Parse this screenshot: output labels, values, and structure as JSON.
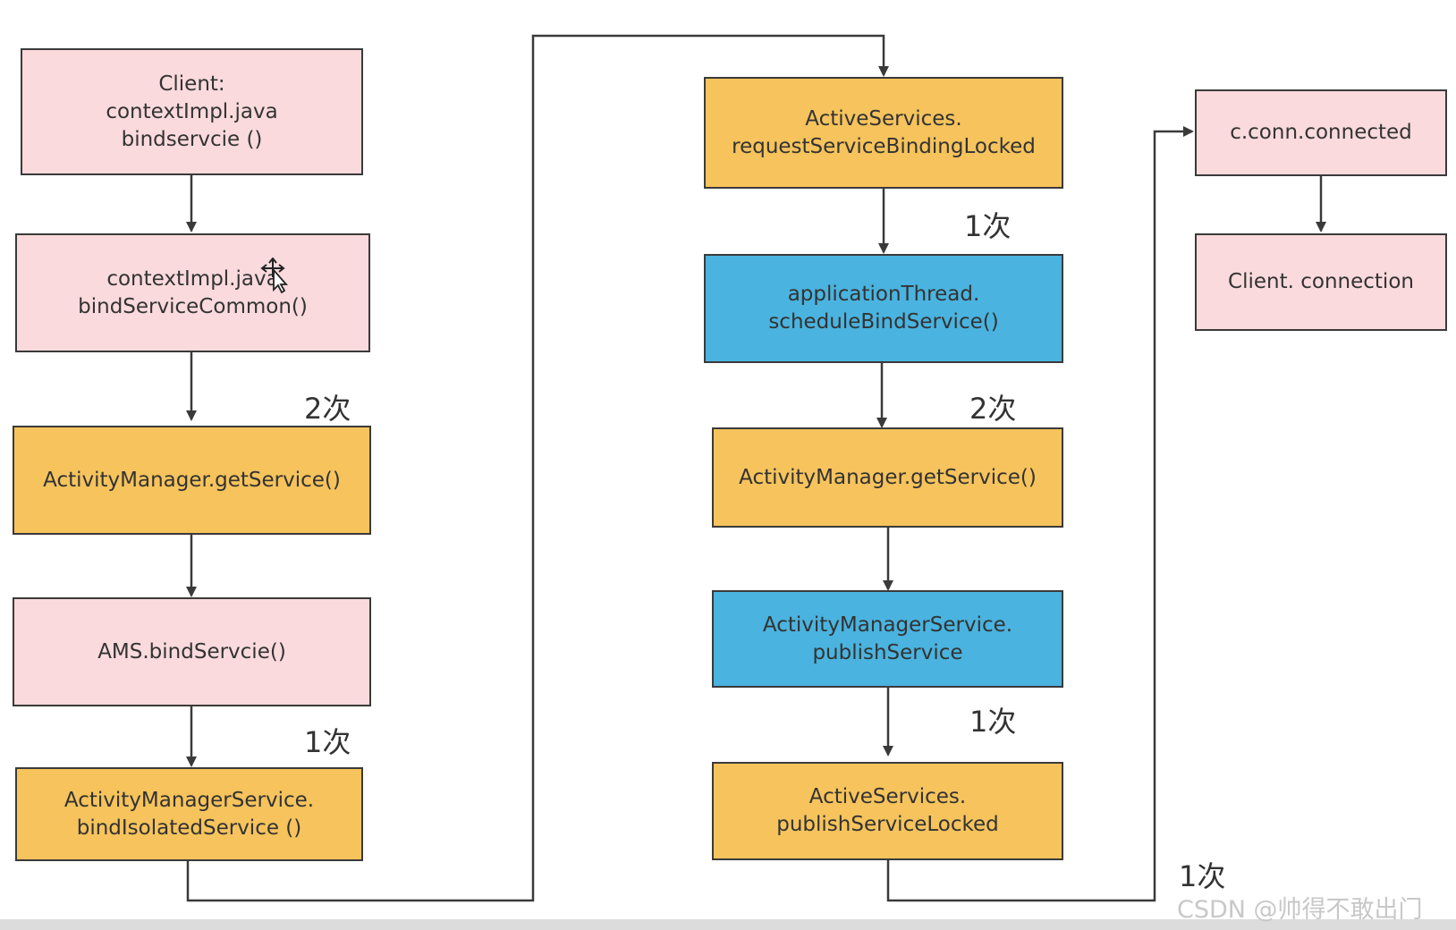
{
  "nodes": {
    "client_bindservice": "Client:\ncontextImpl.java\nbindservcie  ()",
    "bind_service_common": "contextImpl.java\nbindServiceCommon()",
    "am_get_service_1": "ActivityManager.getService()",
    "ams_bind_service": "AMS.bindServcie()",
    "ams_bind_isolated": "ActivityManagerService.\nbindIsolatedService  ()",
    "request_binding_locked": "ActiveServices.\nrequestServiceBindingLocked",
    "schedule_bind_service": "applicationThread.\nscheduleBindService()",
    "am_get_service_2": "ActivityManager.getService()",
    "ams_publish_service": "ActivityManagerService.\npublishService",
    "publish_service_locked": "ActiveServices.\npublishServiceLocked",
    "conn_connected": "c.conn.connected",
    "client_connection": "Client. connection"
  },
  "labels": {
    "count_2a": "2次",
    "count_1a": "1次",
    "count_1b": "1次",
    "count_2b": "2次",
    "count_1c": "1次",
    "count_1d": "1次"
  },
  "watermark": "CSDN @帅得不敢出门",
  "colors": {
    "pink": "#fadadd",
    "orange": "#f6c35c",
    "blue": "#4ab3df",
    "line": "#3a3a3a"
  }
}
